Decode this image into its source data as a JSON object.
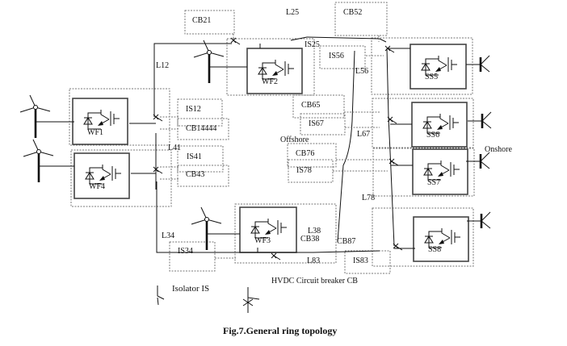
{
  "figure": {
    "caption": "Fig.7.General ring topology",
    "region_labels": {
      "offshore": "Offshore",
      "onshore": "Onshore"
    },
    "line_labels": [
      "L25",
      "L12",
      "L56",
      "L67",
      "L41",
      "L78",
      "L38",
      "L34",
      "L83"
    ],
    "wind_farms": [
      "WF1",
      "WF2",
      "WF3",
      "WF4"
    ],
    "substations": [
      "SS5",
      "SS6",
      "SS7",
      "SS8"
    ],
    "breakers": [
      "CB21",
      "CB52",
      "CB14444",
      "CB65",
      "CB76",
      "CB43",
      "CB38",
      "CB87"
    ],
    "isolators": [
      "IS25",
      "IS56",
      "IS12",
      "IS67",
      "IS41",
      "IS78",
      "IS34",
      "IS83"
    ],
    "legend": {
      "isolator": "Isolator IS",
      "breaker": "HVDC Circuit breaker CB"
    }
  }
}
